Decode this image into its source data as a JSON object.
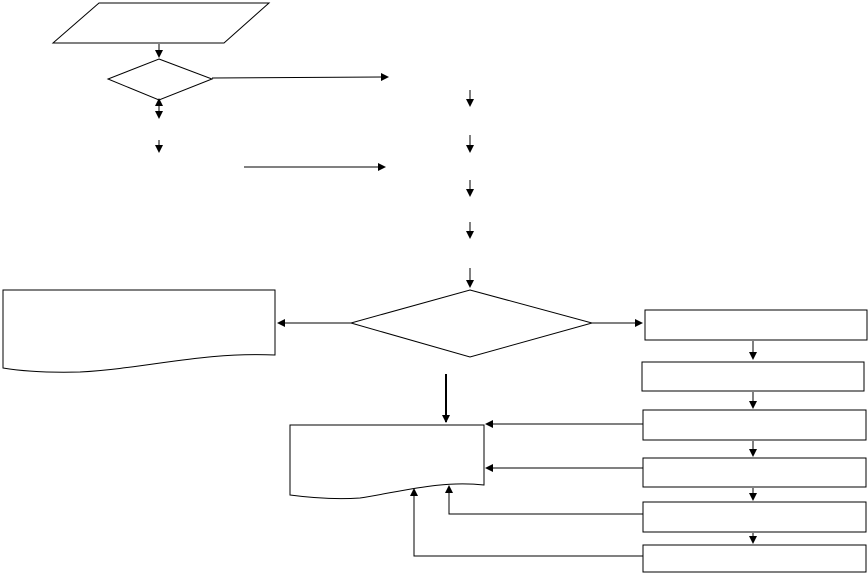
{
  "diagram": {
    "type": "flowchart",
    "colors": {
      "stroke": "#000000",
      "fill": "#ffffff",
      "background": "#ffffff"
    },
    "nodes": [
      {
        "id": "input-parallelogram",
        "shape": "parallelogram",
        "label": ""
      },
      {
        "id": "decision-small",
        "shape": "diamond",
        "label": ""
      },
      {
        "id": "decision-large",
        "shape": "diamond",
        "label": ""
      },
      {
        "id": "document-left",
        "shape": "document",
        "label": ""
      },
      {
        "id": "document-center",
        "shape": "document",
        "label": ""
      },
      {
        "id": "process-box-1",
        "shape": "rectangle",
        "label": ""
      },
      {
        "id": "process-box-2",
        "shape": "rectangle",
        "label": ""
      },
      {
        "id": "process-box-3",
        "shape": "rectangle",
        "label": ""
      },
      {
        "id": "process-box-4",
        "shape": "rectangle",
        "label": ""
      },
      {
        "id": "process-box-5",
        "shape": "rectangle",
        "label": ""
      },
      {
        "id": "process-box-6",
        "shape": "rectangle",
        "label": ""
      }
    ]
  }
}
